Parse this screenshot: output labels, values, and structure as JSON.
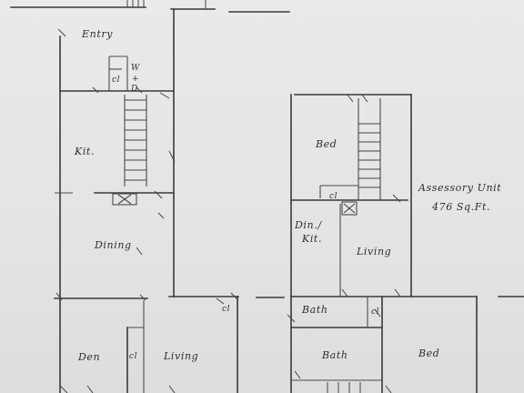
{
  "plan": {
    "rooms": {
      "entry": "Entry",
      "wd_top": "W",
      "wd_plus": "+",
      "wd_bottom": "D",
      "cl_entry": "cl",
      "kit": "Kit.",
      "dining": "Dining",
      "den": "Den",
      "cl_den": "cl",
      "living_main": "Living",
      "cl_living": "cl",
      "bed_top": "Bed",
      "cl_bed": "cl",
      "din_kit_1": "Din./",
      "din_kit_2": "Kit.",
      "living_unit": "Living",
      "bath_1": "Bath",
      "cl_bath": "cl",
      "bath_2": "Bath",
      "bed_bottom": "Bed"
    },
    "unit_note": {
      "line1": "Assessory Unit",
      "line2": "476 Sq.Ft."
    }
  }
}
